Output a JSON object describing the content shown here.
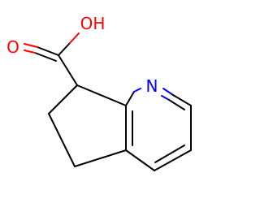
{
  "molecule": {
    "atoms": {
      "oxygen_carbonyl": {
        "symbol": "O",
        "color": "#ff0000"
      },
      "hydroxyl": {
        "symbol": "OH",
        "color": "#ff0000"
      },
      "nitrogen": {
        "symbol": "N",
        "color": "#0000ff"
      }
    },
    "bond_color": "#000000"
  }
}
